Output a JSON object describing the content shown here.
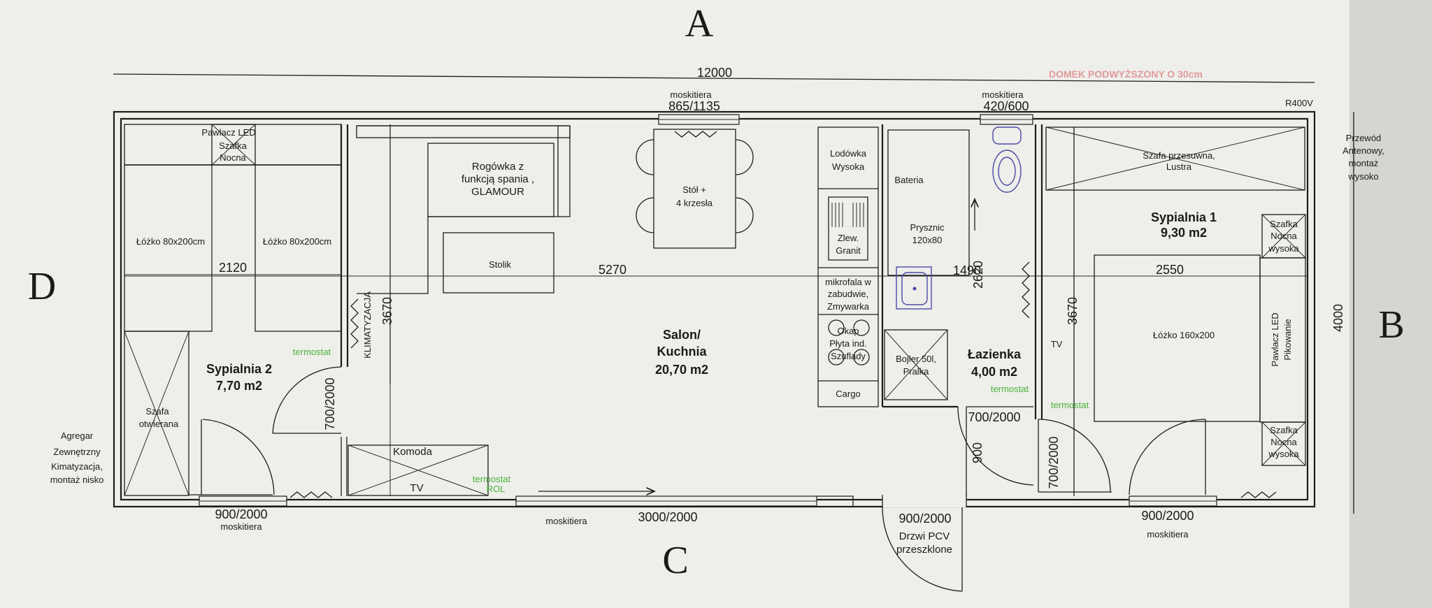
{
  "axes": {
    "top": "A",
    "left": "D",
    "right": "B",
    "bottom": "C"
  },
  "dimensions": {
    "overall_length": "12000",
    "overall_width": "4000",
    "bedroom2_width": "2120",
    "salon_width": "5270",
    "bathroom_width": "1490",
    "bathroom_height": "2620",
    "bedroom1_width": "2550",
    "room_depth_left": "3670",
    "room_depth_right": "3670",
    "window_top_salon": "865/1135",
    "window_top_bath": "420/600",
    "window_bottom_bed2": "900/2000",
    "window_bottom_salon": "3000/2000",
    "window_bottom_bed1": "900/2000",
    "entrance_door": "900/2000",
    "door_bed2": "700/2000",
    "door_bath": "700/2000",
    "door_bed1": "700/2000",
    "door_bath_side": "900"
  },
  "rooms": {
    "salon": {
      "name": "Salon/\nKuchnia",
      "line1": "Salon/",
      "line2": "Kuchnia",
      "area": "20,70 m2"
    },
    "bedroom2": {
      "name": "Sypialnia 2",
      "area": "7,70 m2"
    },
    "bedroom1": {
      "name": "Sypialnia 1",
      "area": "9,30 m2"
    },
    "bathroom": {
      "name": "Łazienka",
      "area": "4,00 m2"
    }
  },
  "furniture": {
    "pawlacz_led": "Pawlacz LED",
    "szafka_nocna_top_line1": "Szafka",
    "szafka_nocna_top_line2": "Nocna",
    "bed_80a": "Łóżko 80x200cm",
    "bed_80b": "Łóżko 80x200cm",
    "szafa_otwarta_line1": "Szafa",
    "szafa_otwarta_line2": "otwierana",
    "klimatyzacja": "KLIMATYZACJA",
    "komoda": "Komoda",
    "tv_salon": "TV",
    "sofa_line1": "Rogówka z",
    "sofa_line2": "funkcją spania ,",
    "sofa_line3": "GLAMOUR",
    "stolik": "Stolik",
    "table_line1": "Stół +",
    "table_line2": "4 krzesła",
    "fridge_line1": "Lodówka",
    "fridge_line2": "Wysoka",
    "sink_line1": "Zlew.",
    "sink_line2": "Granit",
    "micro_line1": "mikrofala w",
    "micro_line2": "zabudwie,",
    "micro_line3": "Zmywarka",
    "oven_line1": "Okap",
    "oven_line2": "Płyta ind.",
    "oven_line3": "Szuflady",
    "cargo": "Cargo",
    "bateria": "Bateria",
    "shower_line1": "Prysznic",
    "shower_line2": "120x80",
    "boiler_line1": "Bojler 50l,",
    "boiler_line2": "Pralka",
    "wardrobe_line1": "Szafa przesuwna,",
    "wardrobe_line2": "Lustra",
    "szafka_r1_line1": "Szafka",
    "szafka_r1_line2": "Nocna",
    "szafka_r1_line3": "wysoka",
    "szafka_r2_line1": "Szafka",
    "szafka_r2_line2": "Nocna",
    "szafka_r2_line3": "wysoka",
    "bed_160": "Łóżko 160x200",
    "pawlacz_r_line1": "Pawlacz LED",
    "pawlacz_r_line2": "Pikowanie",
    "tv_bed1": "TV"
  },
  "labels": {
    "moskitiera_top1": "moskitiera",
    "moskitiera_top2": "moskitiera",
    "moskitiera_b1": "moskitiera",
    "moskitiera_b2": "moskitiera",
    "moskitiera_b3": "moskitiera",
    "r400v": "R400V",
    "antenna_line1": "Przewód",
    "antenna_line2": "Antenowy,",
    "antenna_line3": "montaż",
    "antenna_line4": "wysoko",
    "agregat_line1": "Agregar",
    "agregat_line2": "Zewnętrzny",
    "agregat_line3": "Kimatyzacja,",
    "agregat_line4": "montaż nisko",
    "door_line1": "Drzwi PCV",
    "door_line2": "przeszklone",
    "termostat_bed2": "termostat",
    "termostat_salon": "termostat",
    "rol": "ROL",
    "termostat_bath": "termostat",
    "termostat_bed1": "termostat",
    "red_note": "DOMEK PODWYŻSZONY O 30cm"
  },
  "colors": {
    "thermostat": "#49b33a",
    "sink": "#4a4aa8",
    "note": "#e09a9a"
  }
}
